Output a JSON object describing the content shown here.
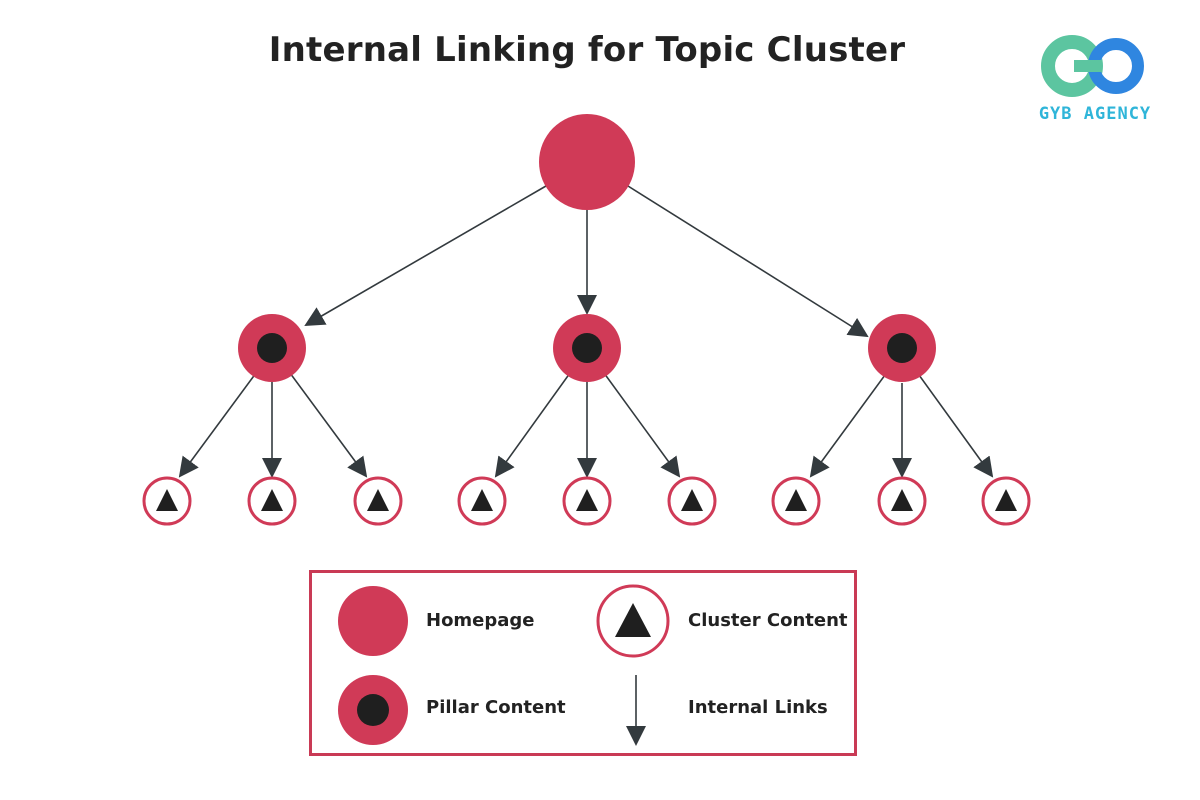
{
  "title": "Internal Linking for Topic Cluster",
  "logo": {
    "text": "GYB AGENCY",
    "colors": {
      "green": "#5cc5a0",
      "blue": "#2f86e0",
      "teal": "#2fb5d9"
    }
  },
  "colors": {
    "node_red": "#d03a57",
    "node_dark": "#1f1f1f",
    "arrow": "#333a3e",
    "legend_border": "#c93a55"
  },
  "legend": {
    "homepage": "Homepage",
    "pillar": "Pillar Content",
    "cluster": "Cluster Content",
    "links": "Internal Links"
  }
}
